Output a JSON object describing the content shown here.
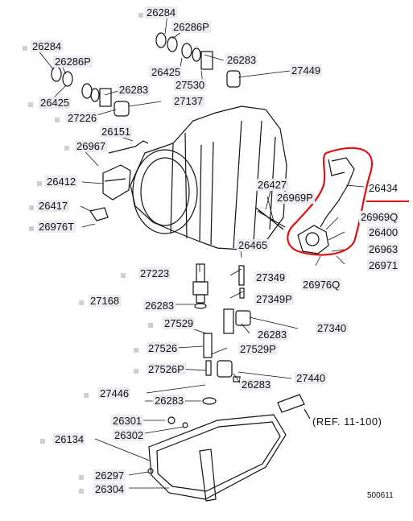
{
  "diagram": {
    "drawing_number": "500611",
    "reference_note": "(REF. 11-100)",
    "highlight_color": "#e01010",
    "labels": {
      "p26284_a": "26284",
      "p26286P_a": "26286P",
      "p26284_b": "26284",
      "p26286P_b": "26286P",
      "p26283_a": "26283",
      "p27449": "27449",
      "p26425_a": "26425",
      "p27530": "27530",
      "p26425_b": "26425",
      "p26283_b": "26283",
      "p27137": "27137",
      "p27226": "27226",
      "p26151": "26151",
      "p26967": "26967",
      "p26412": "26412",
      "p26417": "26417",
      "p26976T": "26976T",
      "p26427": "26427",
      "p26969P": "26969P",
      "p26434": "26434",
      "p26969Q": "26969Q",
      "p26400": "26400",
      "p26963": "26963",
      "p26971": "26971",
      "p26465": "26465",
      "p26976Q": "26976Q",
      "p27223": "27223",
      "p27349": "27349",
      "p27168": "27168",
      "p26283_c": "26283",
      "p27349P": "27349P",
      "p27529": "27529",
      "p26283_d": "26283",
      "p27340": "27340",
      "p27526": "27526",
      "p27529P": "27529P",
      "p27526P": "27526P",
      "p26283_e": "26283",
      "p27440": "27440",
      "p27446": "27446",
      "p26283_f": "26283",
      "p26301": "26301",
      "p26302": "26302",
      "p26134": "26134",
      "p26297": "26297",
      "p26304": "26304"
    }
  }
}
